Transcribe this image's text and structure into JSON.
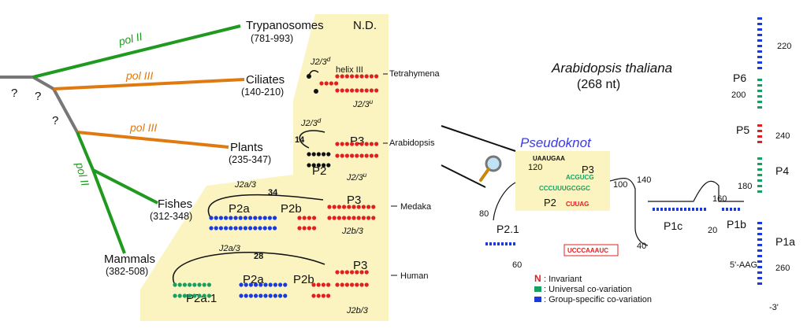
{
  "tree": {
    "branches": [
      {
        "name": "Trypanosomes",
        "range": "(781-993)",
        "pol": "pol II",
        "pol_color": "#1f9a1f"
      },
      {
        "name": "Ciliates",
        "range": "(140-210)",
        "pol": "pol III",
        "pol_color": "#e07a10"
      },
      {
        "name": "Plants",
        "range": "(235-347)",
        "pol": "pol III",
        "pol_color": "#e07a10"
      },
      {
        "name": "Fishes",
        "range": "(312-348)",
        "pol": "pol II",
        "pol_color": "#1f9a1f"
      },
      {
        "name": "Mammals",
        "range": "(382-508)",
        "pol": "",
        "pol_color": "#1f9a1f"
      }
    ],
    "unknown_marks": [
      "?",
      "?",
      "?"
    ],
    "pol_labels": [
      "pol II",
      "pol III",
      "pol III",
      "pol II"
    ],
    "colors": {
      "pol_ii": "#1f9a1f",
      "pol_iii": "#e07a10",
      "unknown": "#777777"
    }
  },
  "panel": {
    "background": "#fbf4c0",
    "nd": "N.D.",
    "rows": [
      {
        "species": "Tetrahymena",
        "helix": "helix III",
        "j_top": "J2/3",
        "j_top_sup": "d",
        "j_bot": "J2/3",
        "j_bot_sup": "u"
      },
      {
        "species": "Arabidopsis",
        "helix": "P3",
        "left": "P2",
        "loop": "14",
        "j_top": "J2/3",
        "j_top_sup": "d",
        "j_bot": "J2/3",
        "j_bot_sup": "u"
      },
      {
        "species": "Medaka",
        "left": "P2a",
        "mid": "P2b",
        "helix": "P3",
        "loop": "34",
        "j_top": "J2a/3",
        "j_bot": "J2b/3"
      },
      {
        "species": "Human",
        "left": "P2a.1",
        "mid": "P2a",
        "mid2": "P2b",
        "helix": "P3",
        "loop": "28",
        "j_top": "J2a/3",
        "j_bot": "J2b/3"
      }
    ]
  },
  "structure": {
    "title": "Arabidopsis thaliana",
    "length": "(268 nt)",
    "pseudoknot": "Pseudoknot",
    "pseudoknot_color": "#3a3ae8",
    "domains": [
      "P6",
      "P5",
      "P4",
      "P1a",
      "P1b",
      "P1c",
      "P2.1",
      "P2",
      "P3"
    ],
    "numbers": [
      "220",
      "200",
      "240",
      "180",
      "160",
      "140",
      "120",
      "100",
      "80",
      "60",
      "40",
      "20",
      "260"
    ],
    "five_prime": "5'-AAG",
    "three_prime": "-3'",
    "loop_seq": "UCCCAAAUC",
    "seq_pk_top": "UAAUGAA",
    "seq_pk_p3": "ACGUCG",
    "seq_pk_bot": "CUUAG",
    "seq_pk_mid": "CCCUUUGCGGC"
  },
  "legend": [
    {
      "mark": "N",
      "text": ": Invariant",
      "color": "#e02020"
    },
    {
      "mark": "",
      "text": ": Universal co-variation",
      "color": "#18a060"
    },
    {
      "mark": "",
      "text": ": Group-specific co-variation",
      "color": "#1a3adb"
    }
  ]
}
